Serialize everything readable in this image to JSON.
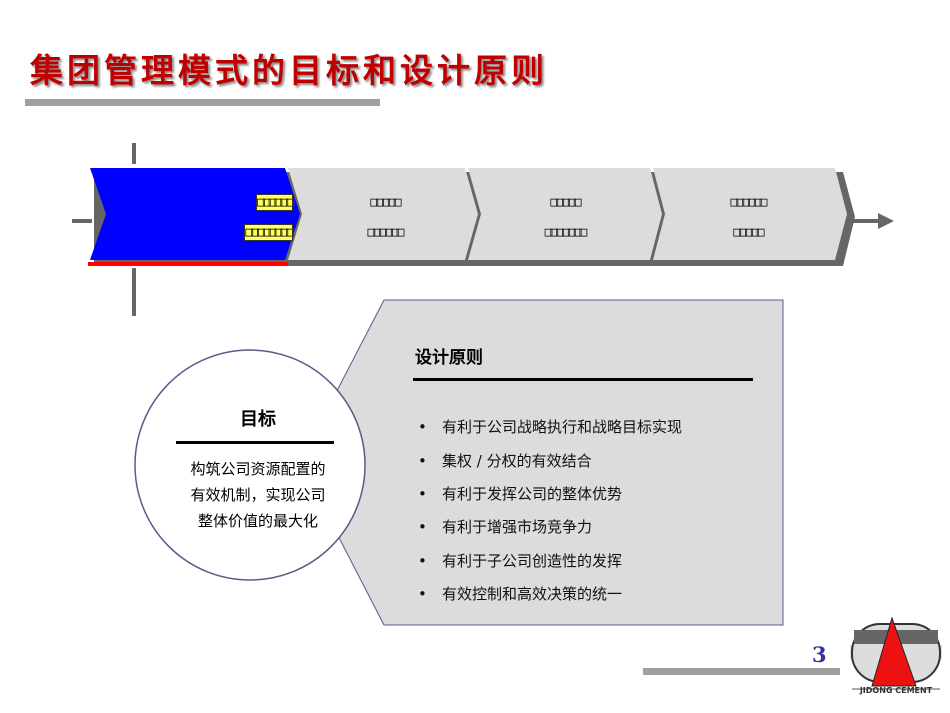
{
  "title": "集团管理模式的目标和设计原则",
  "process_steps": [
    {
      "line1": "□□□□□□",
      "line2": "□□□□□□□□",
      "active": true
    },
    {
      "line1": "□□□□□",
      "line2": "□□□□□□"
    },
    {
      "line1": "□□□□□",
      "line2": "□□□□□□□"
    },
    {
      "line1": "□□□□□□",
      "line2": "□□□□□"
    }
  ],
  "goal": {
    "title": "目标",
    "text_lines": [
      "构筑公司资源配置的",
      "有效机制，实现公司",
      "整体价值的最大化"
    ]
  },
  "principles": {
    "title": "设计原则",
    "items": [
      "有利于公司战略执行和战略目标实现",
      "集权 / 分权的有效结合",
      "有利于发挥公司的整体优势",
      "有利于增强市场竞争力",
      "有利于子公司创造性的发挥",
      "有效控制和高效决策的统一"
    ],
    "bullet": "•"
  },
  "page_number": "3",
  "logo": {
    "text": "JIDONG CEMENT"
  },
  "colors": {
    "title": "#c00000",
    "active_step": "#0000ff",
    "step": "#dcdcdc",
    "accent_line": "#ff0000"
  }
}
